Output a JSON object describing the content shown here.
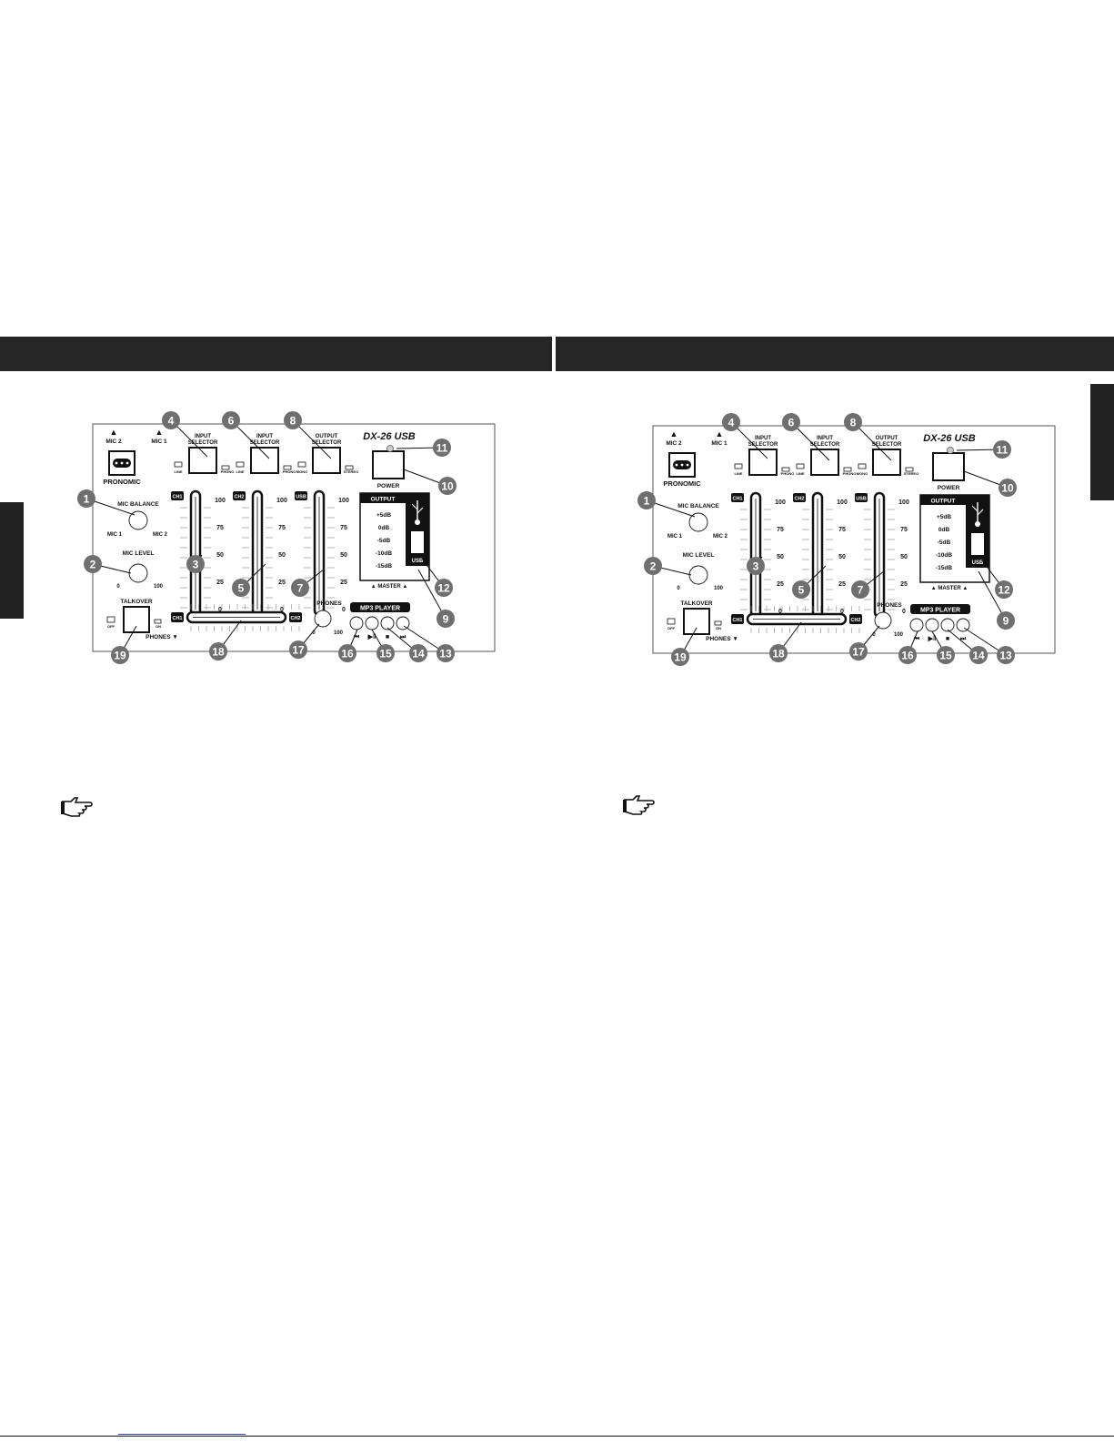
{
  "panel": {
    "model": "DX-26 USB",
    "brand": "PRONOMIC",
    "mic2": "MIC 2",
    "mic1": "MIC 1",
    "input_selector": [
      "INPUT",
      "SELECTOR"
    ],
    "output_selector": [
      "OUTPUT",
      "SELECTOR"
    ],
    "line": "LINE",
    "phono": "PHONO",
    "mono": "MONO",
    "stereo": "STEREO",
    "power": "POWER",
    "mic_balance": "MIC BALANCE",
    "mic_level": "MIC LEVEL",
    "ch1": "CH1",
    "ch2": "CH2",
    "usb": "USB",
    "fader_scale": [
      "100",
      "75",
      "50",
      "25",
      "0"
    ],
    "output": "OUTPUT",
    "output_levels": [
      "+5dB",
      "0dB",
      "-5dB",
      "-10dB",
      "-15dB"
    ],
    "master": "▲ MASTER ▲",
    "phones": "PHONES",
    "phones_down": "PHONES ▼",
    "zero": "0",
    "hundred": "100",
    "talkover": "TALKOVER",
    "off": "OFF",
    "on": "ON",
    "mp3_player": "MP3 PLAYER",
    "transport": [
      "⏮",
      "▶‖",
      "■",
      "⏭"
    ]
  },
  "callouts": [
    "1",
    "2",
    "3",
    "4",
    "5",
    "6",
    "7",
    "8",
    "9",
    "10",
    "11",
    "12",
    "13",
    "14",
    "15",
    "16",
    "17",
    "18",
    "19"
  ],
  "colors": {
    "band": "#262626",
    "callout": "#6f6f6f",
    "ink": "#111111"
  }
}
